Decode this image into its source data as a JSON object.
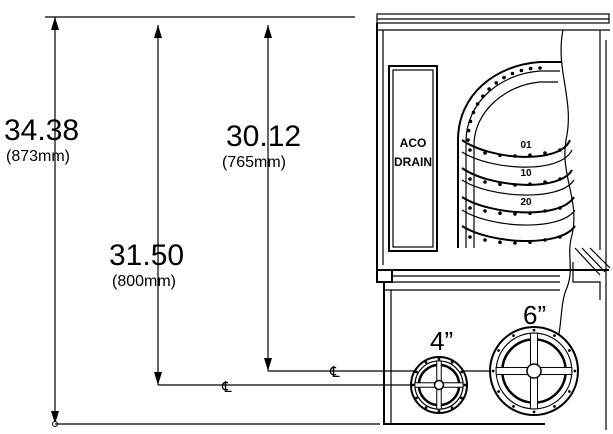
{
  "dimensions": [
    {
      "id": "total",
      "inch": "34.38",
      "mm": "(873mm)"
    },
    {
      "id": "mid",
      "inch": "31.50",
      "mm": "(800mm)"
    },
    {
      "id": "upper",
      "inch": "30.12",
      "mm": "(765mm)"
    }
  ],
  "pipes": [
    {
      "id": "small",
      "size": "4”"
    },
    {
      "id": "large",
      "size": "6”"
    }
  ],
  "logo": {
    "line1": "ACO",
    "line2": "DRAIN"
  },
  "rings": [
    "01",
    "10",
    "20"
  ],
  "centerline_symbol": "℄"
}
